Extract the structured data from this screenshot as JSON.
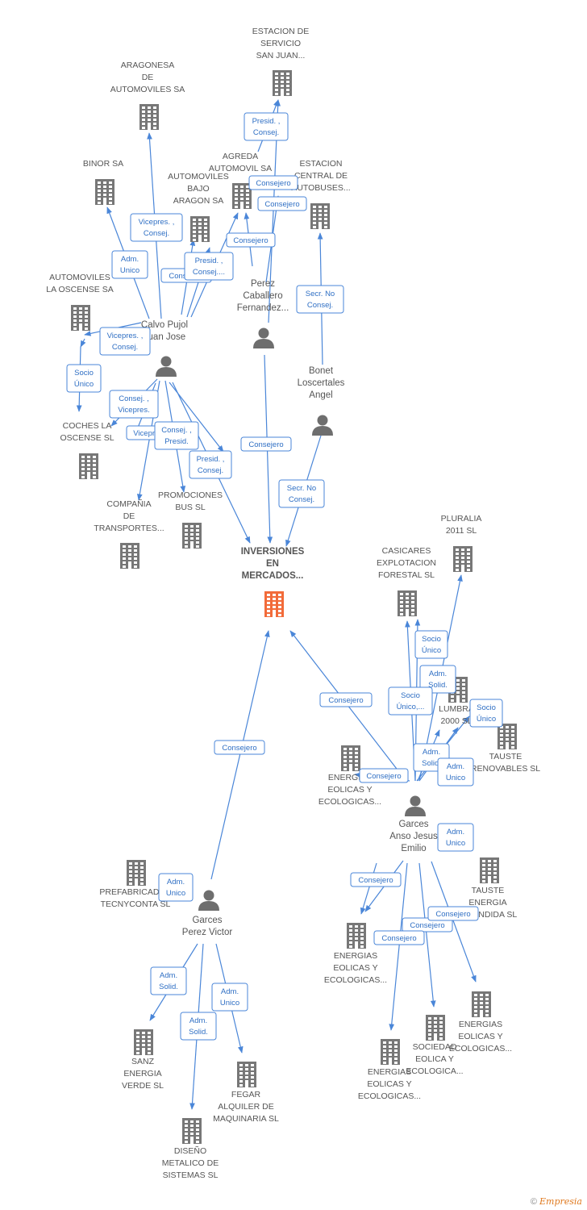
{
  "center": {
    "lines": [
      "INVERSIONES",
      "EN",
      "MERCADOS..."
    ]
  },
  "companies": [
    {
      "id": "estacion_servicio",
      "lines": [
        "ESTACION DE",
        "SERVICIO",
        "SAN JUAN..."
      ]
    },
    {
      "id": "aragonesa",
      "lines": [
        "ARAGONESA",
        "DE",
        "AUTOMOVILES SA"
      ]
    },
    {
      "id": "agreda",
      "lines": [
        "AGREDA",
        "AUTOMOVIL SA"
      ]
    },
    {
      "id": "binor",
      "lines": [
        "BINOR SA"
      ]
    },
    {
      "id": "bajo_aragon",
      "lines": [
        "AUTOMOVILES",
        "BAJO",
        "ARAGON SA"
      ]
    },
    {
      "id": "estacion_central",
      "lines": [
        "ESTACION",
        "CENTRAL DE",
        "AUTOBUSES..."
      ]
    },
    {
      "id": "oscense",
      "lines": [
        "AUTOMOVILES",
        "LA OSCENSE SA"
      ]
    },
    {
      "id": "coches",
      "lines": [
        "COCHES LA",
        "OSCENSE SL"
      ]
    },
    {
      "id": "compania",
      "lines": [
        "COMPAÑIA",
        "DE",
        "TRANSPORTES..."
      ]
    },
    {
      "id": "promociones",
      "lines": [
        "PROMOCIONES",
        "BUS SL"
      ]
    },
    {
      "id": "plurania",
      "lines": [
        "PLURALIA",
        "2011 SL"
      ]
    },
    {
      "id": "casicares",
      "lines": [
        "CASICARES",
        "EXPLOTACION",
        "FORESTAL SL"
      ]
    },
    {
      "id": "lumbra",
      "lines": [
        "LUMBRA",
        "2000 SL"
      ]
    },
    {
      "id": "tauste_renov",
      "lines": [
        "TAUSTE",
        "RENOVABLES SL"
      ]
    },
    {
      "id": "energias1",
      "lines": [
        "ENERGIAS",
        "EOLICAS Y",
        "ECOLOGICAS..."
      ]
    },
    {
      "id": "tauste_energia",
      "lines": [
        "TAUSTE",
        "ENERGIA",
        "DIFUNDIDA SL"
      ]
    },
    {
      "id": "energias2",
      "lines": [
        "ENERGIAS",
        "EOLICAS Y",
        "ECOLOGICAS..."
      ]
    },
    {
      "id": "energias3",
      "lines": [
        "ENERGIAS",
        "EOLICAS Y",
        "ECOLOGICAS..."
      ]
    },
    {
      "id": "sociedad",
      "lines": [
        "SOCIEDAD",
        "EOLICA Y",
        "ECOLOGICA..."
      ]
    },
    {
      "id": "energias4",
      "lines": [
        "ENERGIAS",
        "EOLICAS Y",
        "ECOLOGICAS..."
      ]
    },
    {
      "id": "prefabricados",
      "lines": [
        "PREFABRICADOS",
        "TECNYCONTA SL"
      ]
    },
    {
      "id": "sanz",
      "lines": [
        "SANZ",
        "ENERGIA",
        "VERDE SL"
      ]
    },
    {
      "id": "fegar",
      "lines": [
        "FEGAR",
        "ALQUILER DE",
        "MAQUINARIA SL"
      ]
    },
    {
      "id": "diseno",
      "lines": [
        "DISEÑO",
        "METALICO DE",
        "SISTEMAS SL"
      ]
    }
  ],
  "persons": [
    {
      "id": "calvo",
      "lines": [
        "Calvo Pujol",
        "Juan Jose"
      ]
    },
    {
      "id": "perez_caballero",
      "lines": [
        "Perez",
        "Caballero",
        "Fernandez..."
      ]
    },
    {
      "id": "bonet",
      "lines": [
        "Bonet",
        "Loscertales",
        "Angel"
      ]
    },
    {
      "id": "garces_emilio",
      "lines": [
        "Garces",
        "Anso Jesus",
        "Emilio"
      ]
    },
    {
      "id": "garces_victor",
      "lines": [
        "Garces",
        "Perez Victor"
      ]
    }
  ],
  "tags": [
    {
      "lines": [
        "Presid. ,",
        "Consej."
      ]
    },
    {
      "lines": [
        "Consejero"
      ]
    },
    {
      "lines": [
        "Consejero"
      ]
    },
    {
      "lines": [
        "Vicepres. ,",
        "Consej."
      ]
    },
    {
      "lines": [
        "Consejero"
      ]
    },
    {
      "lines": [
        "Adm.",
        "Unico"
      ]
    },
    {
      "lines": [
        "Consejero"
      ]
    },
    {
      "lines": [
        "Presid. ,",
        "Consej...."
      ]
    },
    {
      "lines": [
        "Secr.  No",
        "Consej."
      ]
    },
    {
      "lines": [
        "Vicepres. ,",
        "Consej."
      ]
    },
    {
      "lines": [
        "Socio",
        "Único"
      ]
    },
    {
      "lines": [
        "Consej. ,",
        "Vicepres."
      ]
    },
    {
      "lines": [
        "Vicepres."
      ]
    },
    {
      "lines": [
        "Consej. ,",
        "Presid."
      ]
    },
    {
      "lines": [
        "Presid. ,",
        "Consej."
      ]
    },
    {
      "lines": [
        "Consejero"
      ]
    },
    {
      "lines": [
        "Secr.  No",
        "Consej."
      ]
    },
    {
      "lines": [
        "Socio",
        "Único"
      ]
    },
    {
      "lines": [
        "Adm.",
        "Solid."
      ]
    },
    {
      "lines": [
        "Socio",
        "Único,..."
      ]
    },
    {
      "lines": [
        "Socio",
        "Único"
      ]
    },
    {
      "lines": [
        "Consejero"
      ]
    },
    {
      "lines": [
        "Adm.",
        "Solid."
      ]
    },
    {
      "lines": [
        "Adm.",
        "Unico"
      ]
    },
    {
      "lines": [
        "Consejero"
      ]
    },
    {
      "lines": [
        "Consejero"
      ]
    },
    {
      "lines": [
        "Adm.",
        "Unico"
      ]
    },
    {
      "lines": [
        "Consejero"
      ]
    },
    {
      "lines": [
        "Consejero"
      ]
    },
    {
      "lines": [
        "Consejero"
      ]
    },
    {
      "lines": [
        "Consejero"
      ]
    },
    {
      "lines": [
        "Adm.",
        "Unico"
      ]
    },
    {
      "lines": [
        "Adm.",
        "Solid."
      ]
    },
    {
      "lines": [
        "Adm.",
        "Unico"
      ]
    },
    {
      "lines": [
        "Adm.",
        "Solid."
      ]
    }
  ],
  "footer": {
    "copyright": "©",
    "brand": "Empresia"
  }
}
